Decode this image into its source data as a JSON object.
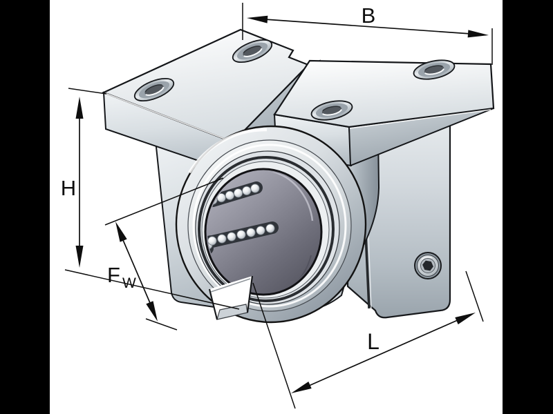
{
  "page": {
    "background_color": "#ffffff",
    "letterbox_color": "#000000"
  },
  "illustration": {
    "subject": "Flanged linear ball bearing unit - isometric product drawing with dimension callouts",
    "dimensions": {
      "B": {
        "label": "B"
      },
      "H": {
        "label": "H"
      },
      "FW": {
        "label_main": "F",
        "label_sub": "W"
      },
      "L": {
        "label": "L"
      }
    },
    "colors": {
      "outline": "#16181b",
      "metal_light": "#f4f6f7",
      "metal_mid": "#c6cdd3",
      "metal_dark": "#8e98a1",
      "bore_interior": "#8d8d99",
      "dimension_ink": "#0e0e0e"
    }
  }
}
